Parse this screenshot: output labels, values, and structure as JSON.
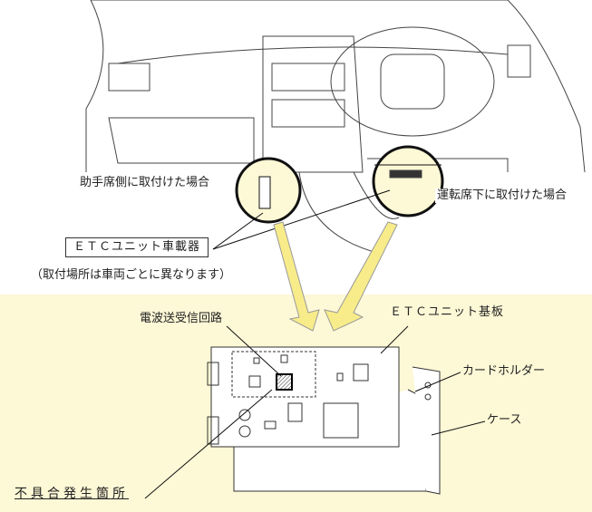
{
  "labels": {
    "passenger_side": "助手席側に取付けた場合",
    "driver_under": "運転席下に取付けた場合",
    "etc_unit": "ＥＴＣユニット車載器",
    "note": "（取付場所は車両ごとに異なります）",
    "radio_circuit": "電波送受信回路",
    "etc_board": "ＥＴＣユニット基板",
    "card_holder": "カードホルダー",
    "case": "ケース",
    "defect_location": "不具合発生箇所"
  },
  "colors": {
    "highlight": "#fdf8d6",
    "arrow": "#f8ec8a"
  }
}
